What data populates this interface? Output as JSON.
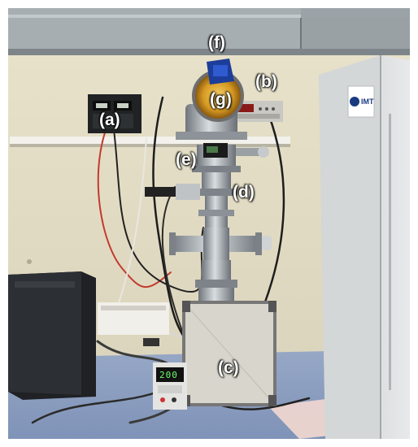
{
  "labels": {
    "a": "(a)",
    "b": "(b)",
    "c": "(c)",
    "d": "(d)",
    "e": "(e)",
    "f": "(f)",
    "g": "(g)"
  },
  "power_supply_display": "200",
  "cabinet_brand": "IMT",
  "colors": {
    "wall": "#e8e2c9",
    "ceiling": "#9aa4ab",
    "table": "#8ca0c2",
    "box": "#d9d6cf",
    "label_text": "#ffffff"
  }
}
